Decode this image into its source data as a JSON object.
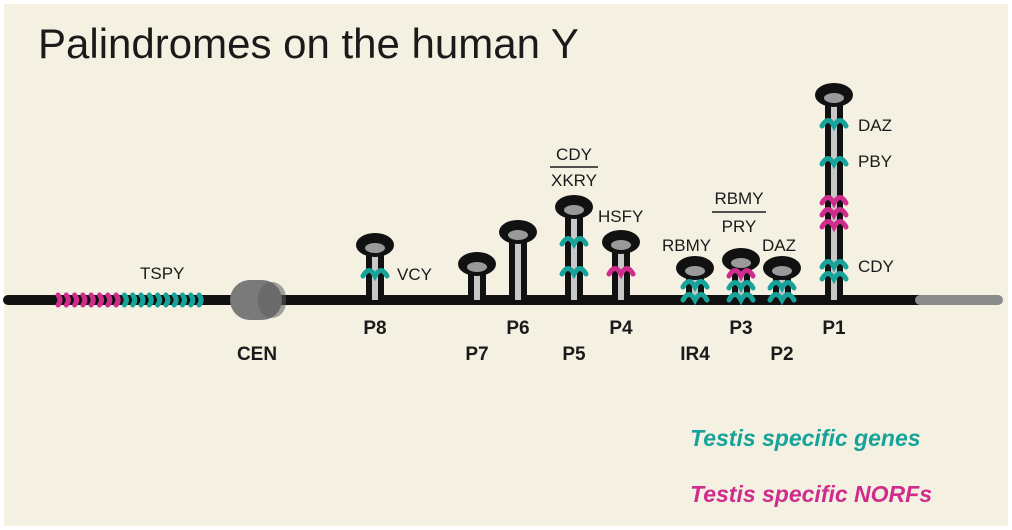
{
  "title": "Palindromes on the human Y",
  "colors": {
    "background": "#f4f1e2",
    "chromosome": "#111111",
    "arm_end": "#8c8c8c",
    "stem_core": "#c8c8c8",
    "centromere": "#7a7a7a",
    "testis_genes": "#17a39a",
    "testis_norfs": "#d02c8c"
  },
  "centromere_label": "CEN",
  "genes": {
    "tspy": "TSPY",
    "vcy": "VCY",
    "cdy_p5": "CDY",
    "xkry": "XKRY",
    "hsfy": "HSFY",
    "rbmy_ir4": "RBMY",
    "rbmy_p3": "RBMY",
    "pry": "PRY",
    "daz_p2": "DAZ",
    "daz_p1": "DAZ",
    "pby": "PBY",
    "cdy_p1": "CDY"
  },
  "palindromes": {
    "p8": "P8",
    "p7": "P7",
    "p6": "P6",
    "p5": "P5",
    "p4": "P4",
    "ir4": "IR4",
    "p3": "P3",
    "p2": "P2",
    "p1": "P1"
  },
  "legend": {
    "genes": "Testis specific genes",
    "norfs": "Testis specific NORFs"
  }
}
